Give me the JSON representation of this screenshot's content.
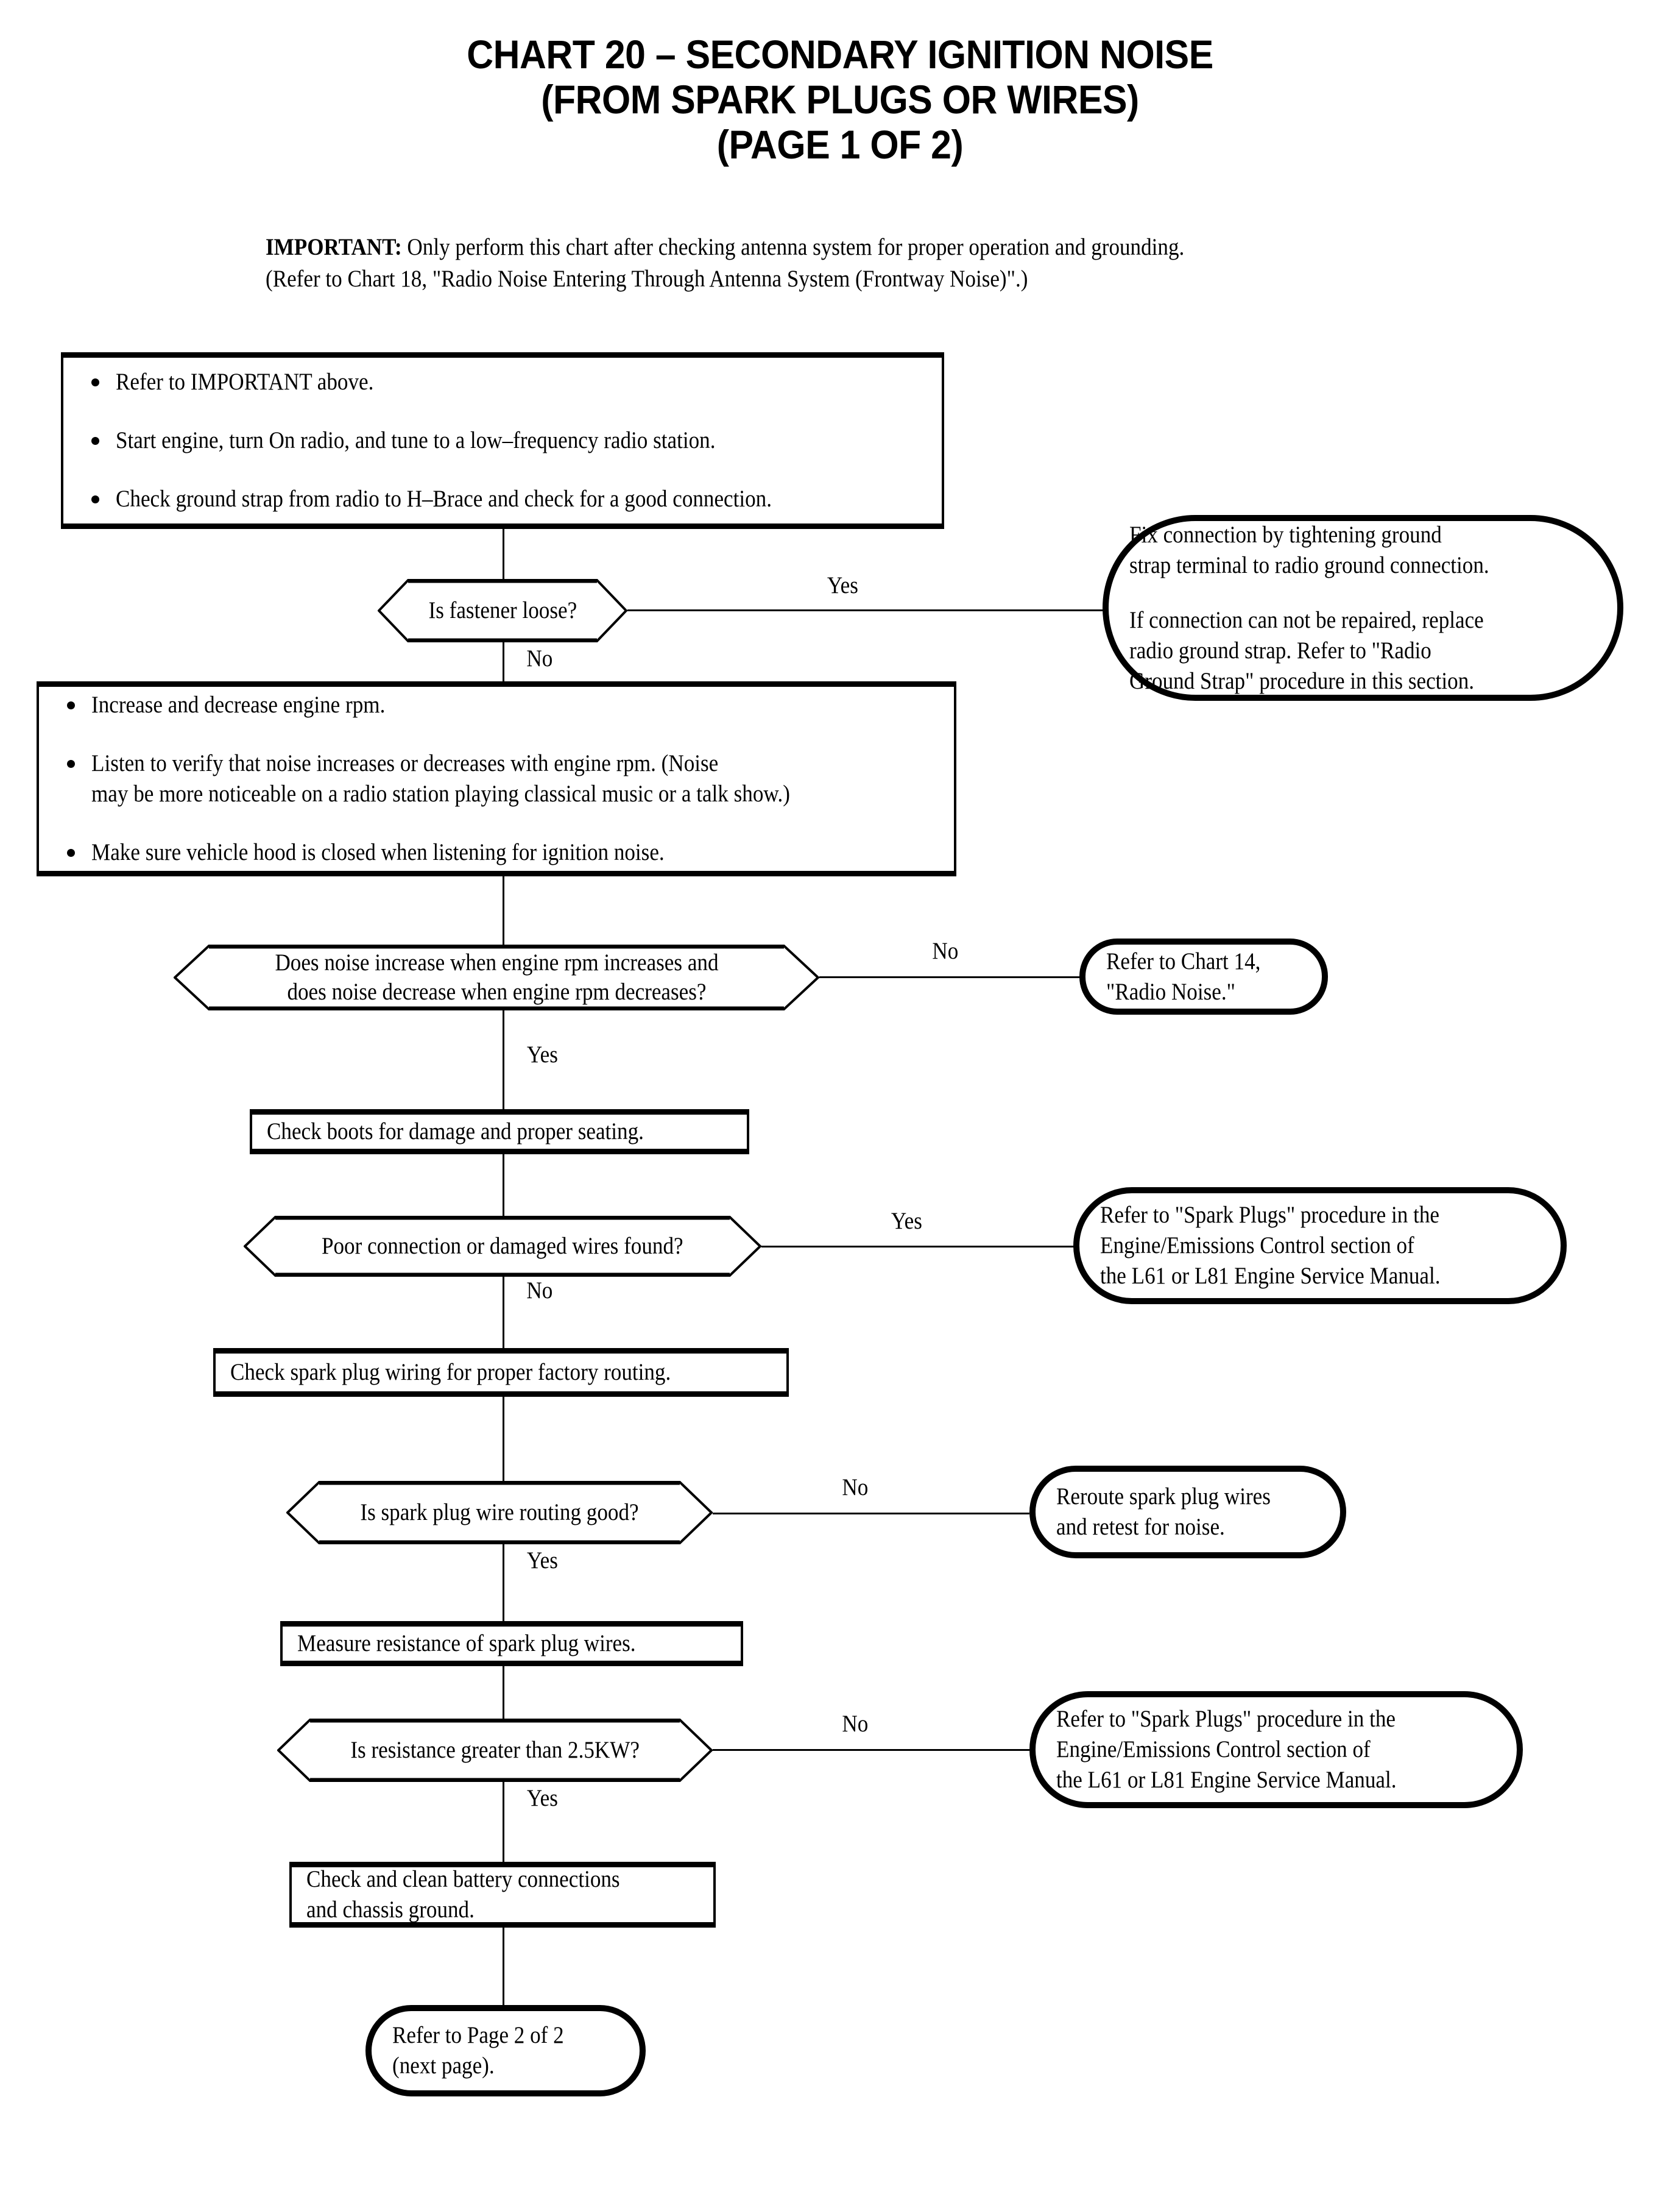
{
  "title": {
    "line1": "CHART 20 – SECONDARY IGNITION NOISE",
    "line2": "(FROM SPARK PLUGS OR WIRES)",
    "line3": "(PAGE 1 OF 2)"
  },
  "important": {
    "label": "IMPORTANT:",
    "line1": " Only perform this chart after checking antenna system for proper operation and grounding.",
    "line2": "(Refer to Chart 18, \"Radio Noise Entering Through Antenna System (Frontway Noise)\".)"
  },
  "labels": {
    "yes": "Yes",
    "no": "No"
  },
  "nodes": {
    "step1": {
      "bullets": [
        "Refer to IMPORTANT above.",
        "Start engine, turn On radio, and tune to a low–frequency radio station.",
        "Check ground strap from radio to H–Brace and check for a good connection."
      ]
    },
    "decision_fastener": {
      "text": "Is fastener loose?"
    },
    "fix_connection": {
      "l1": "Fix connection by tightening ground",
      "l2": "strap terminal to radio ground connection.",
      "l3": "If connection can not be repaired, replace",
      "l4": "radio ground strap. Refer to \"Radio",
      "l5": "Ground Strap\" procedure in this section."
    },
    "step2": {
      "bullets": [
        "Increase and decrease engine rpm.",
        "Listen to verify that noise increases or decreases with engine rpm. (Noise|may be more noticeable on a radio station playing classical music or a talk show.)",
        "Make sure vehicle hood is closed when listening for ignition noise."
      ]
    },
    "decision_rpm": {
      "l1": "Does noise increase when engine rpm increases and",
      "l2": "does noise decrease when engine rpm decreases?"
    },
    "chart14": {
      "l1": "Refer to Chart 14,",
      "l2": "\"Radio Noise.\""
    },
    "check_boots": {
      "text": "Check boots for damage and proper seating."
    },
    "decision_wires": {
      "text": "Poor connection or damaged wires found?"
    },
    "spark_plugs_ref_1": {
      "l1": "Refer to \"Spark Plugs\" procedure in the",
      "l2": "Engine/Emissions Control section of",
      "l3": "the L61 or L81 Engine Service Manual."
    },
    "check_routing": {
      "text": "Check spark plug wiring for proper factory routing."
    },
    "decision_routing": {
      "text": "Is spark plug wire routing good?"
    },
    "reroute": {
      "l1": "Reroute spark plug wires",
      "l2": "and retest for noise."
    },
    "measure_resistance": {
      "text": "Measure resistance of spark plug wires."
    },
    "decision_resistance": {
      "text": "Is resistance greater than 2.5KW?"
    },
    "spark_plugs_ref_2": {
      "l1": "Refer to \"Spark Plugs\" procedure in the",
      "l2": "Engine/Emissions Control section of",
      "l3": "the L61 or L81 Engine Service Manual."
    },
    "battery": {
      "l1": "Check and clean battery connections",
      "l2": "and chassis ground."
    },
    "next_page": {
      "l1": "Refer to Page 2 of 2",
      "l2": "(next page)."
    }
  },
  "colors": {
    "ink": "#000000",
    "paper": "#ffffff"
  }
}
